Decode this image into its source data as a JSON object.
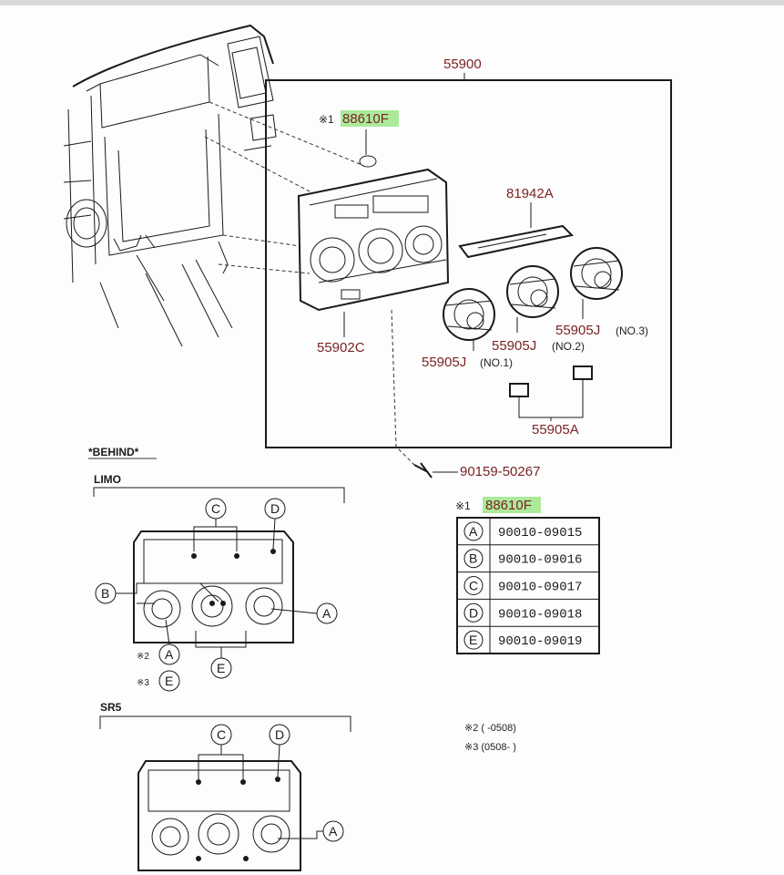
{
  "parts": {
    "assembly": "55900",
    "bulb_note_marker": "※1",
    "bulb": "88610F",
    "cover": "81942A",
    "panel": "55902C",
    "knob1": "55905J",
    "knob1_tag": "(NO.1)",
    "knob2": "55905J",
    "knob2_tag": "(NO.2)",
    "knob3": "55905J",
    "knob3_tag": "(NO.3)",
    "knob_small": "55905A",
    "screw": "90159-50267"
  },
  "sections": {
    "behind": "*BEHIND*",
    "limo": "LIMO",
    "sr5": "SR5"
  },
  "legend": {
    "marker": "※1",
    "part": "88610F",
    "rows": [
      {
        "letter": "A",
        "part_no": "90010-09015"
      },
      {
        "letter": "B",
        "part_no": "90010-09016"
      },
      {
        "letter": "C",
        "part_no": "90010-09017"
      },
      {
        "letter": "D",
        "part_no": "90010-09018"
      },
      {
        "letter": "E",
        "part_no": "90010-09019"
      }
    ]
  },
  "notes": {
    "n2": "※2 (    -0508)",
    "n3": "※3 (0508-    )",
    "limo_a_mark": "※2",
    "limo_e_mark": "※3"
  },
  "callouts": {
    "a": "A",
    "b": "B",
    "c": "C",
    "d": "D",
    "e": "E"
  },
  "colors": {
    "label": "#7a2323",
    "highlight": "#8fe37a",
    "line": "#1a1a1a"
  }
}
